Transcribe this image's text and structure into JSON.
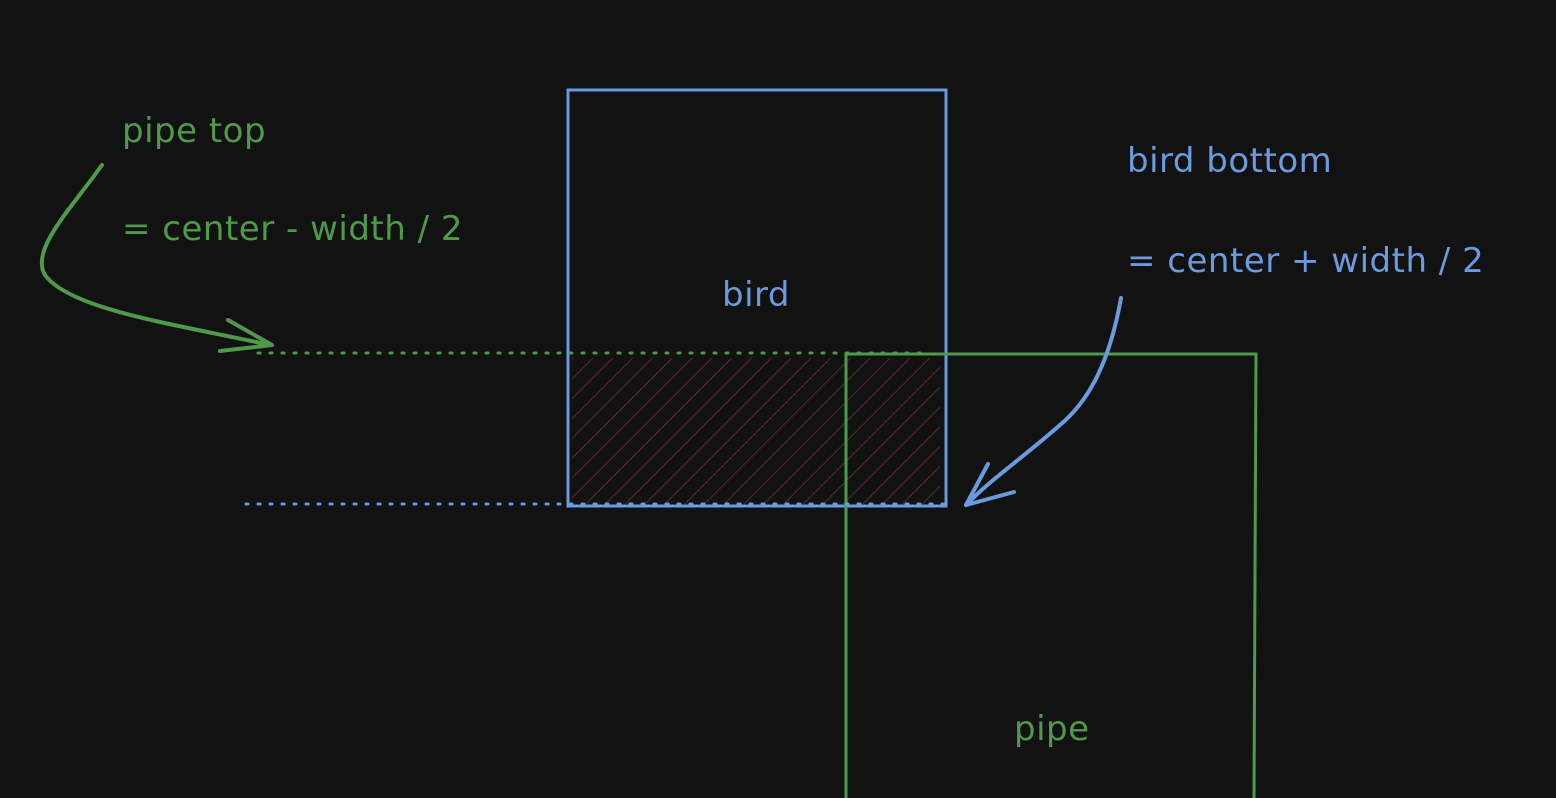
{
  "labels": {
    "pipe_top": "pipe top",
    "pipe_top_formula": "= center - width / 2",
    "bird_bottom": "bird bottom",
    "bird_bottom_formula": "= center + width / 2",
    "bird": "bird",
    "pipe": "pipe"
  },
  "colors": {
    "background": "#121212",
    "green": "#4f9a4a",
    "blue": "#6a9be0",
    "overlap_hatch": "#5a2a2a"
  }
}
